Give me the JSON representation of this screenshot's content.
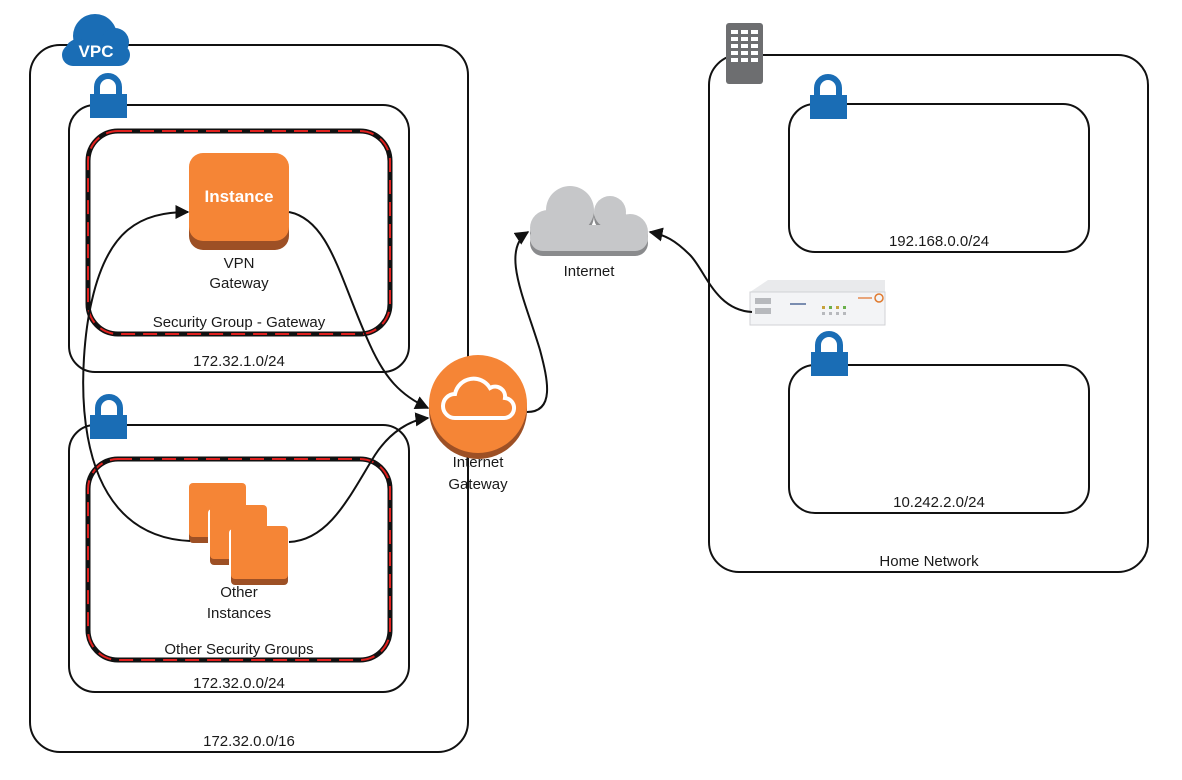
{
  "colors": {
    "aws_orange": "#f58536",
    "aws_orange_dark": "#9d5025",
    "aws_blue": "#1a6db5",
    "cloud_gray": "#c6c7c9",
    "cloud_gray_dark": "#8a8b8d",
    "building_gray": "#6d6e70",
    "security_group_dash": "#e0201e"
  },
  "vpc": {
    "icon": "vpc-cloud-icon",
    "badge_label": "VPC",
    "cidr_label": "172.32.0.0/16",
    "subnets": [
      {
        "icon": "lock-icon",
        "cidr_label": "172.32.1.0/24",
        "security_group": {
          "label": "Security Group - Gateway",
          "node": {
            "icon": "instance-icon",
            "icon_text": "Instance",
            "label_line1": "VPN",
            "label_line2": "Gateway"
          }
        }
      },
      {
        "icon": "lock-icon",
        "cidr_label": "172.32.0.0/24",
        "security_group": {
          "label": "Other Security Groups",
          "node": {
            "icon": "instances-stack-icon",
            "label_line1": "Other",
            "label_line2": "Instances"
          }
        }
      }
    ]
  },
  "internet_gateway": {
    "icon": "internet-gateway-icon",
    "label_line1": "Internet",
    "label_line2": "Gateway"
  },
  "internet": {
    "icon": "internet-cloud-icon",
    "label": "Internet"
  },
  "home_network": {
    "icon": "building-icon",
    "label": "Home Network",
    "router": {
      "icon": "router-appliance-icon"
    },
    "subnets": [
      {
        "icon": "lock-icon",
        "cidr_label": "192.168.0.0/24"
      },
      {
        "icon": "lock-icon",
        "cidr_label": "10.242.2.0/24"
      }
    ]
  },
  "connections": [
    {
      "from": "Other Instances",
      "to": "VPN Gateway"
    },
    {
      "from": "VPN Gateway",
      "to": "Internet Gateway"
    },
    {
      "from": "Other Instances",
      "to": "Internet Gateway"
    },
    {
      "from": "Internet Gateway",
      "to": "Internet"
    },
    {
      "from": "Home Network Router",
      "to": "Internet"
    }
  ]
}
